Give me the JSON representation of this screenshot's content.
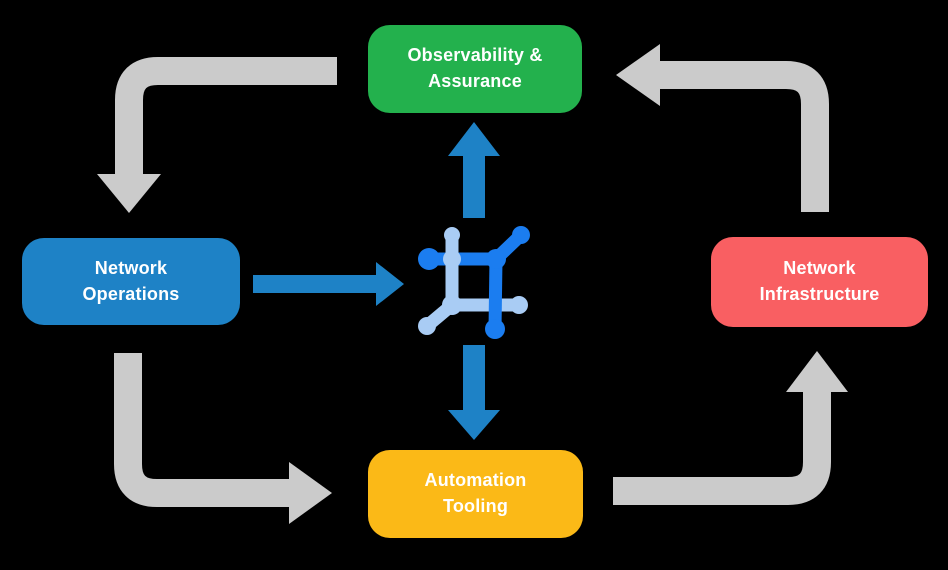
{
  "colors": {
    "background": "#000000",
    "observability": "#23B14D",
    "operations": "#1E82C6",
    "infrastructure": "#F95F62",
    "automation": "#FBB917",
    "arrow-gray": "#CBCBCB",
    "arrow-blue": "#1E82C6",
    "icon-dark-blue": "#1B7DF0",
    "icon-light-blue": "#A9CCF4",
    "label-text": "#FFFFFF"
  },
  "nodes": {
    "observability": {
      "label": "Observability & Assurance"
    },
    "operations": {
      "label": "Network Operations"
    },
    "infrastructure": {
      "label": "Network Infrastructure"
    },
    "automation": {
      "label": "Automation Tooling"
    }
  },
  "icons": {
    "center": "network-mesh-icon"
  }
}
